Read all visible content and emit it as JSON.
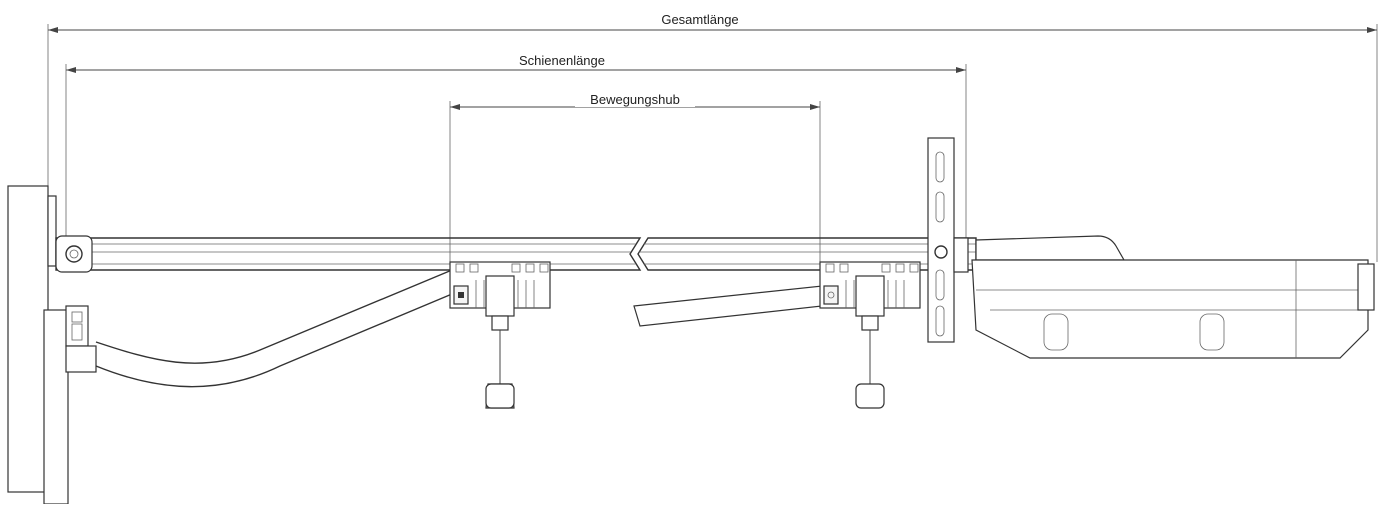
{
  "dimensions": {
    "total_length": "Gesamtlänge",
    "rail_length": "Schienenlänge",
    "stroke": "Bewegungshub"
  },
  "colors": {
    "line": "#333333",
    "background": "#ffffff"
  }
}
